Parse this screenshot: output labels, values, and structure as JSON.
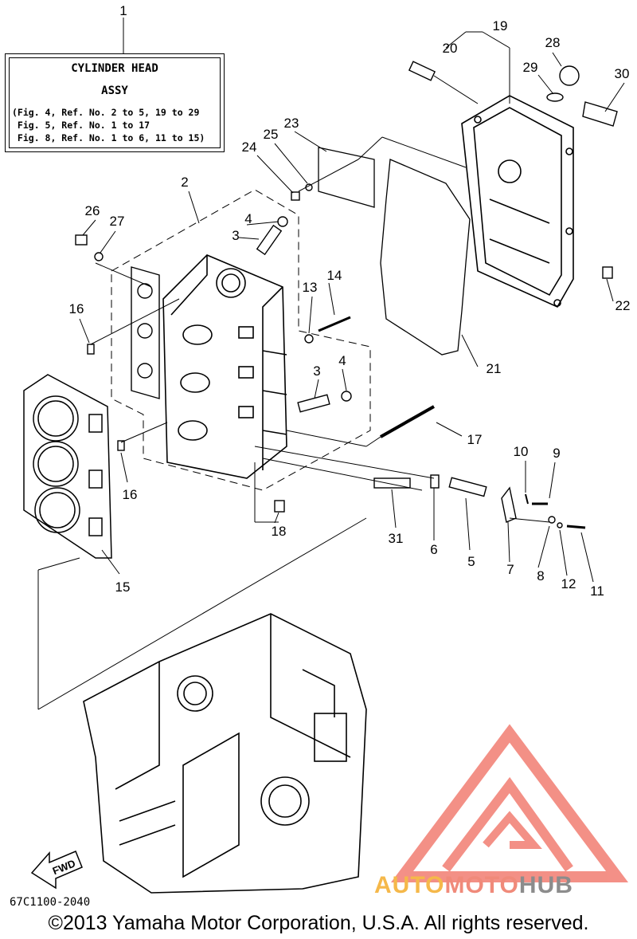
{
  "box": {
    "title_line1": "CYLINDER HEAD",
    "title_line2": "ASSY",
    "refs": [
      "(Fig. 4, Ref. No. 2 to 5, 19 to 29",
      " Fig. 5, Ref. No. 1 to 17",
      " Fig. 8, Ref. No. 1 to 6, 11 to 15)"
    ]
  },
  "callouts": [
    "1",
    "2",
    "3",
    "3",
    "4",
    "4",
    "5",
    "6",
    "7",
    "8",
    "9",
    "10",
    "11",
    "12",
    "13",
    "14",
    "15",
    "16",
    "16",
    "17",
    "18",
    "19",
    "20",
    "21",
    "22",
    "23",
    "24",
    "25",
    "26",
    "27",
    "28",
    "29",
    "30",
    "31"
  ],
  "fwd_label": "FWD",
  "part_code": "67C1100-2040",
  "copyright": "©2013 Yamaha Motor Corporation, U.S.A. All rights reserved.",
  "watermark": {
    "part1": "AUTO",
    "part2": "MOTO",
    "part3": "HUB",
    "colors": {
      "auto": "#f5b84a",
      "moto": "#f08a7a",
      "hub": "#8c8c8c",
      "triangle": "#f27d72"
    }
  }
}
